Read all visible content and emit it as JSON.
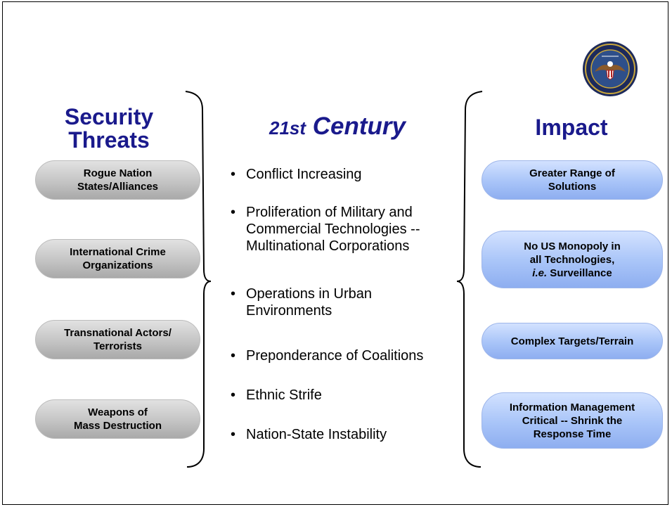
{
  "headings": {
    "left": [
      "Security",
      "Threats"
    ],
    "center_prefix": "21st",
    "center_main": "Century",
    "right": "Impact"
  },
  "threats": [
    [
      "Rogue Nation",
      "States/Alliances"
    ],
    [
      "International Crime",
      "Organizations"
    ],
    [
      "Transnational Actors/",
      "Terrorists"
    ],
    [
      "Weapons of",
      "Mass Destruction"
    ]
  ],
  "bullets": [
    [
      "Conflict Increasing"
    ],
    [
      "Proliferation of Military and",
      "Commercial Technologies --",
      "Multinational Corporations"
    ],
    [
      "Operations in Urban",
      "Environments"
    ],
    [
      "Preponderance of Coalitions"
    ],
    [
      "Ethnic Strife"
    ],
    [
      "Nation-State Instability"
    ]
  ],
  "impacts": {
    "i1": [
      "Greater Range of",
      "Solutions"
    ],
    "i2_l1": "No US Monopoly in",
    "i2_l2": "all Technologies,",
    "i2_l3_italic": "i.e.",
    "i2_l3_rest": " Surveillance",
    "i3": [
      "Complex Targets/Terrain"
    ],
    "i4": [
      "Information Management",
      "Critical -- Shrink the",
      "Response Time"
    ]
  },
  "bullet_symbol": "•",
  "icons": {
    "seal": "department-of-defense-seal-icon"
  },
  "colors": {
    "heading": "#1a1a8c",
    "threat_pill": "#c4c4c4",
    "impact_pill": "#a8c4f8"
  }
}
